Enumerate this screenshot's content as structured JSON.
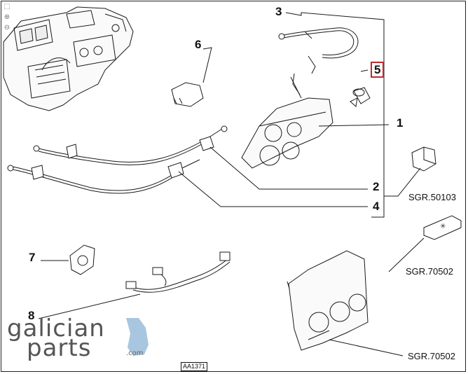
{
  "diagram": {
    "callouts": {
      "c1": "1",
      "c2": "2",
      "c3": "3",
      "c4": "4",
      "c5": "5",
      "c6": "6",
      "c7": "7",
      "c8": "8"
    },
    "refs": {
      "r1": "SGR.50103",
      "r2": "SGR.70502",
      "r3": "SGR.70502"
    },
    "drawing_code": "AA1371",
    "highlight_color": "#c0282d"
  },
  "logo": {
    "line1": "galician",
    "line2": "parts",
    "suffix": ".com"
  },
  "toolbar": {
    "fit_icon": "fit-page-icon",
    "zoom_in_icon": "zoom-in-icon",
    "zoom_out_icon": "zoom-out-icon"
  }
}
